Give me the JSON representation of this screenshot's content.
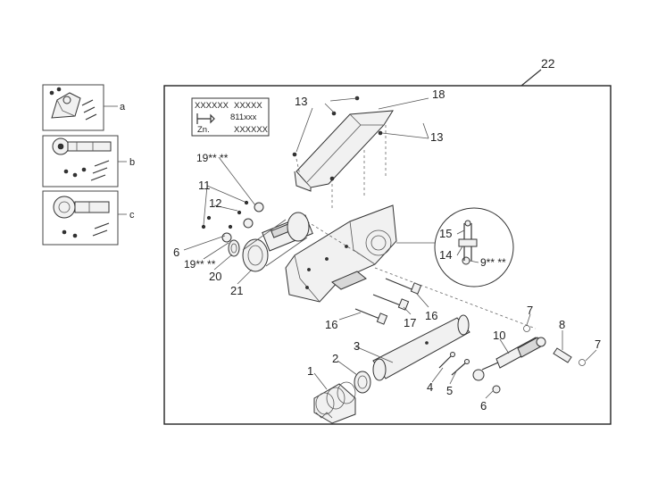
{
  "assembly_number": "22",
  "kits": [
    {
      "letter": "a"
    },
    {
      "letter": "b"
    },
    {
      "letter": "c"
    }
  ],
  "nameplate": {
    "row1_left": "XXXXXX",
    "row1_right": "XXXXX",
    "row2_right": "811xxx",
    "row3_left": "Zn.",
    "row3_right": "XXXXXX"
  },
  "callouts": {
    "c1": "1",
    "c2": "2",
    "c3": "3",
    "c4": "4",
    "c5": "5",
    "c6a": "6",
    "c6b": "6",
    "c7a": "7",
    "c7b": "7",
    "c8": "8",
    "c9": "9** **",
    "c10": "10",
    "c11": "11",
    "c12": "12",
    "c13a": "13",
    "c13b": "13",
    "c14": "14",
    "c15": "15",
    "c16a": "16",
    "c16b": "16",
    "c17": "17",
    "c18": "18",
    "c19a": "19** **",
    "c19b": "19** **",
    "c20": "20",
    "c21": "21"
  }
}
